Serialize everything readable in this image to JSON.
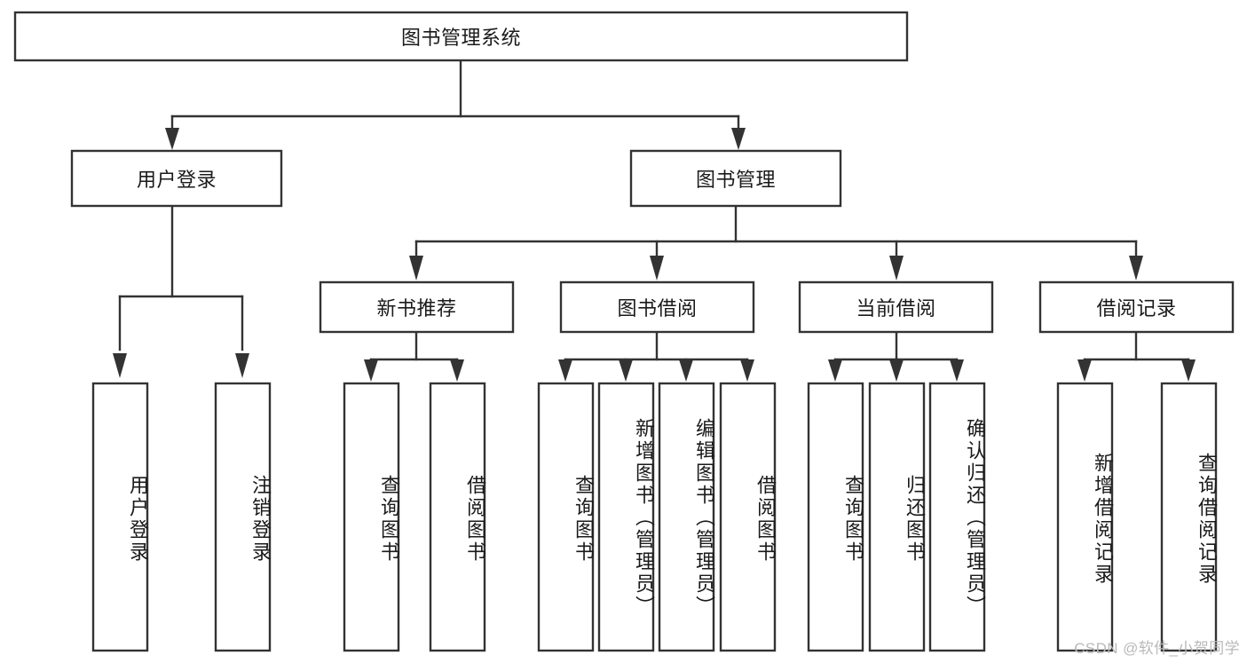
{
  "diagram": {
    "title": "图书管理系统",
    "type": "tree",
    "watermark": "CSDN @软件_小贺同学",
    "colors": {
      "stroke": "#333333",
      "fill": "#ffffff",
      "text": "#1a1a1a",
      "watermark": "#b9b9b9"
    },
    "root": {
      "label": "图书管理系统",
      "orientation": "horizontal"
    },
    "level2": [
      {
        "label": "用户登录",
        "orientation": "horizontal"
      },
      {
        "label": "图书管理",
        "orientation": "horizontal"
      }
    ],
    "level3": [
      {
        "label": "新书推荐",
        "orientation": "horizontal"
      },
      {
        "label": "图书借阅",
        "orientation": "horizontal"
      },
      {
        "label": "当前借阅",
        "orientation": "horizontal"
      },
      {
        "label": "借阅记录",
        "orientation": "horizontal"
      }
    ],
    "leaves": {
      "user_login": [
        {
          "label": "用户登录",
          "orientation": "vertical"
        },
        {
          "label": "注销登录",
          "orientation": "vertical"
        }
      ],
      "new_book_recommend": [
        {
          "label": "查询图书",
          "orientation": "vertical"
        },
        {
          "label": "借阅图书",
          "orientation": "vertical"
        }
      ],
      "book_borrow": [
        {
          "label": "查询图书",
          "orientation": "vertical"
        },
        {
          "label": "新增图书（管理员）",
          "orientation": "vertical"
        },
        {
          "label": "编辑图书（管理员）",
          "orientation": "vertical"
        },
        {
          "label": "借阅图书",
          "orientation": "vertical"
        }
      ],
      "current_borrow": [
        {
          "label": "查询图书",
          "orientation": "vertical"
        },
        {
          "label": "归还图书",
          "orientation": "vertical"
        },
        {
          "label": "确认归还（管理员）",
          "orientation": "vertical"
        }
      ],
      "borrow_record": [
        {
          "label": "新增借阅记录",
          "orientation": "vertical"
        },
        {
          "label": "查询借阅记录",
          "orientation": "vertical"
        }
      ]
    }
  }
}
